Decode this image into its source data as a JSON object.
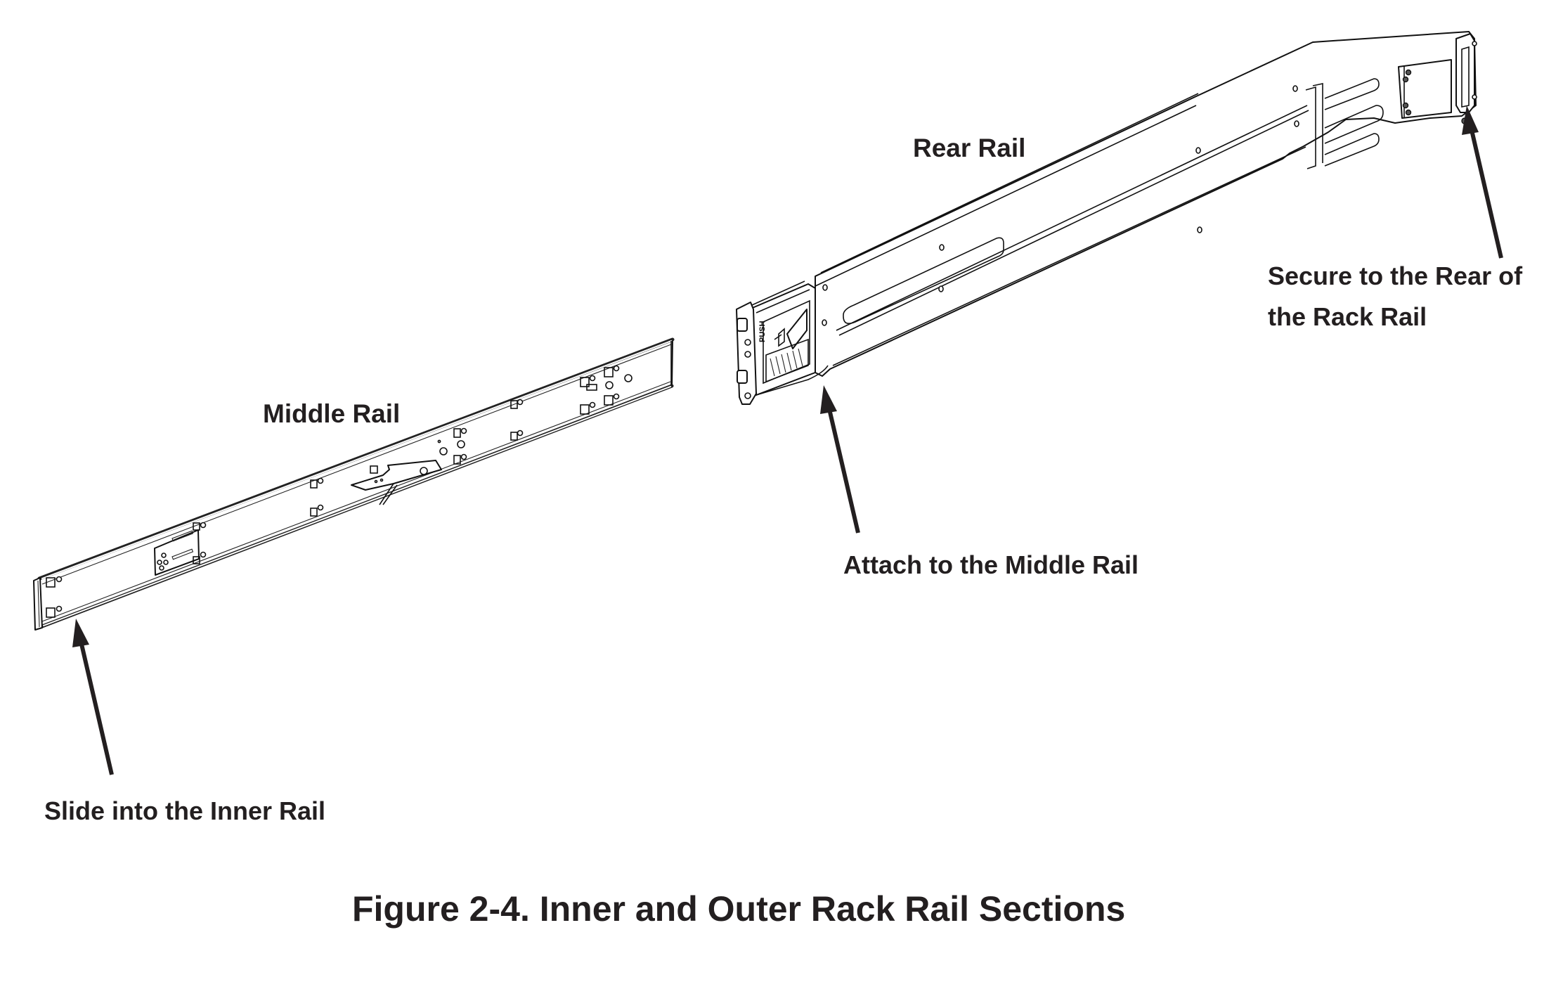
{
  "figure": {
    "caption": "Figure 2-4. Inner and Outer Rack Rail Sections",
    "parts": {
      "rear_rail": "Rear Rail",
      "middle_rail": "Middle Rail"
    },
    "callouts": {
      "secure_rear_line1": "Secure to the Rear of",
      "secure_rear_line2": "the Rack Rail",
      "attach_middle": "Attach to the Middle Rail",
      "slide_inner": "Slide into the Inner Rail"
    },
    "latch_text": "PUSH",
    "colors": {
      "ink": "#231f20",
      "background": "#ffffff"
    }
  }
}
